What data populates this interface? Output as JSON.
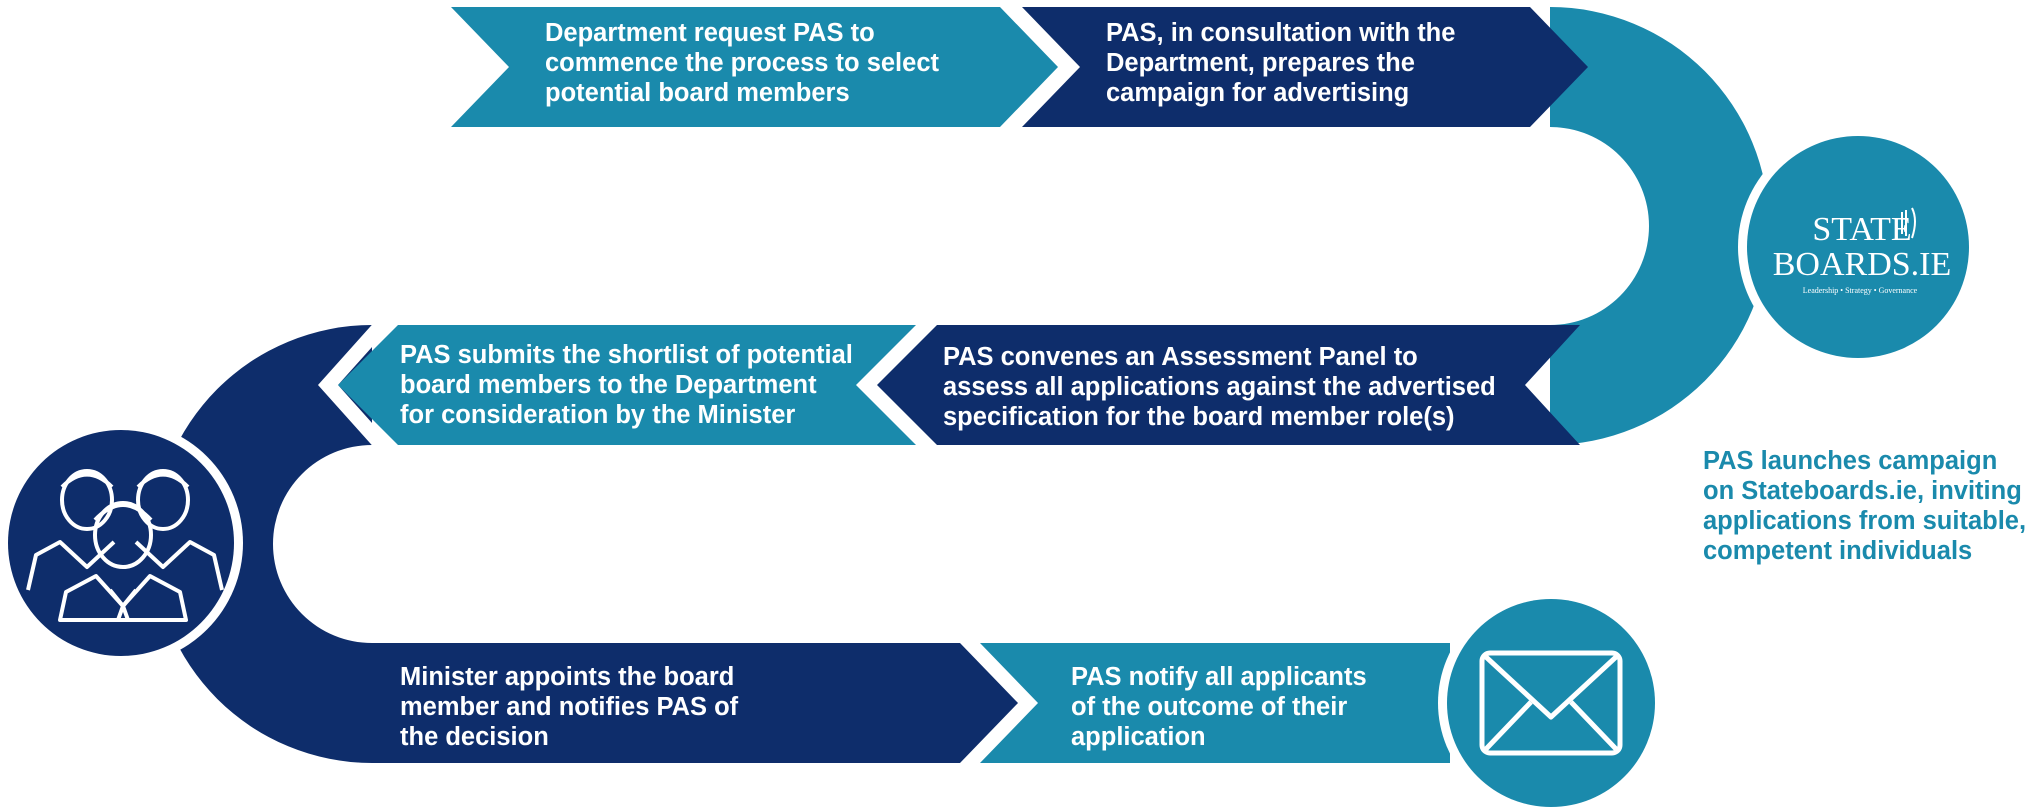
{
  "colors": {
    "teal": "#1a8aac",
    "navy": "#0e2d6b",
    "white": "#ffffff"
  },
  "steps": [
    {
      "id": "step-1",
      "color": "teal",
      "text": "Department request PAS to\ncommence the process to select\npotential board members"
    },
    {
      "id": "step-2",
      "color": "navy",
      "text": "PAS, in consultation with the\nDepartment, prepares the\ncampaign for advertising"
    },
    {
      "id": "step-3",
      "color": "teal",
      "text": "PAS launches campaign\non Stateboards.ie, inviting\napplications from suitable,\ncompetent individuals"
    },
    {
      "id": "step-4",
      "color": "navy",
      "text": "PAS convenes an Assessment Panel to\nassess all applications against the advertised\nspecification for the board member role(s)"
    },
    {
      "id": "step-5",
      "color": "teal",
      "text": "PAS submits the shortlist of potential\nboard members to the Department\nfor consideration by the Minister"
    },
    {
      "id": "step-6",
      "color": "navy",
      "text": "Minister appoints the board\nmember and notifies PAS of\nthe decision"
    },
    {
      "id": "step-7",
      "color": "teal",
      "text": "PAS notify all applicants\nof the outcome of their\napplication"
    }
  ],
  "logo": {
    "line1": "STATE",
    "line2": "BOARDS.IE",
    "tagline": "Leadership  •  Strategy  •  Governance"
  },
  "icons": {
    "logo_circle": "stateboards-logo",
    "people": "people-group-icon",
    "mail": "envelope-icon"
  }
}
